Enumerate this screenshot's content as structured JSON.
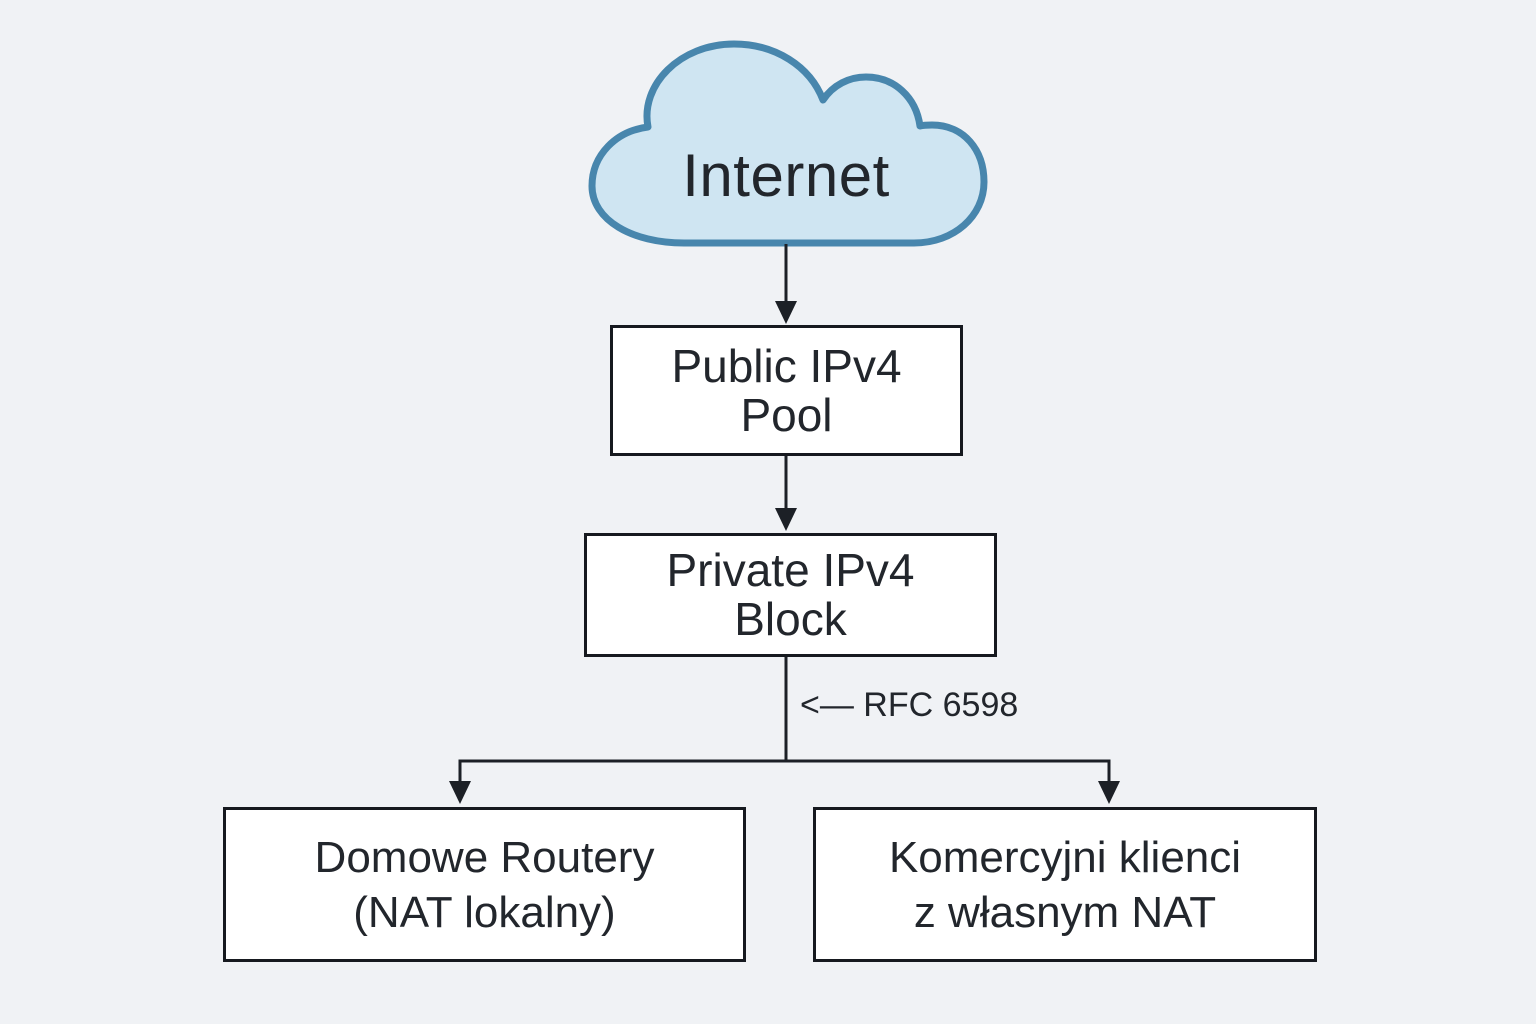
{
  "colors": {
    "background": "#f0f2f5",
    "cloud_fill": "#cfe5f2",
    "cloud_stroke": "#4886ad",
    "line": "#1c2026",
    "box_border": "#16191f",
    "box_fill": "#ffffff",
    "text": "#22262c"
  },
  "cloud": {
    "label": "Internet"
  },
  "nodes": {
    "public_pool": {
      "line1": "Public IPv4",
      "line2": "Pool"
    },
    "private_block": {
      "line1": "Private IPv4",
      "line2": "Block"
    },
    "home_routers": {
      "line1": "Domowe Routery",
      "line2": "(NAT lokalny)"
    },
    "commercial": {
      "line1": "Komercyjni klienci",
      "line2": "z własnym NAT"
    }
  },
  "labels": {
    "rfc": "<— RFC 6598"
  }
}
